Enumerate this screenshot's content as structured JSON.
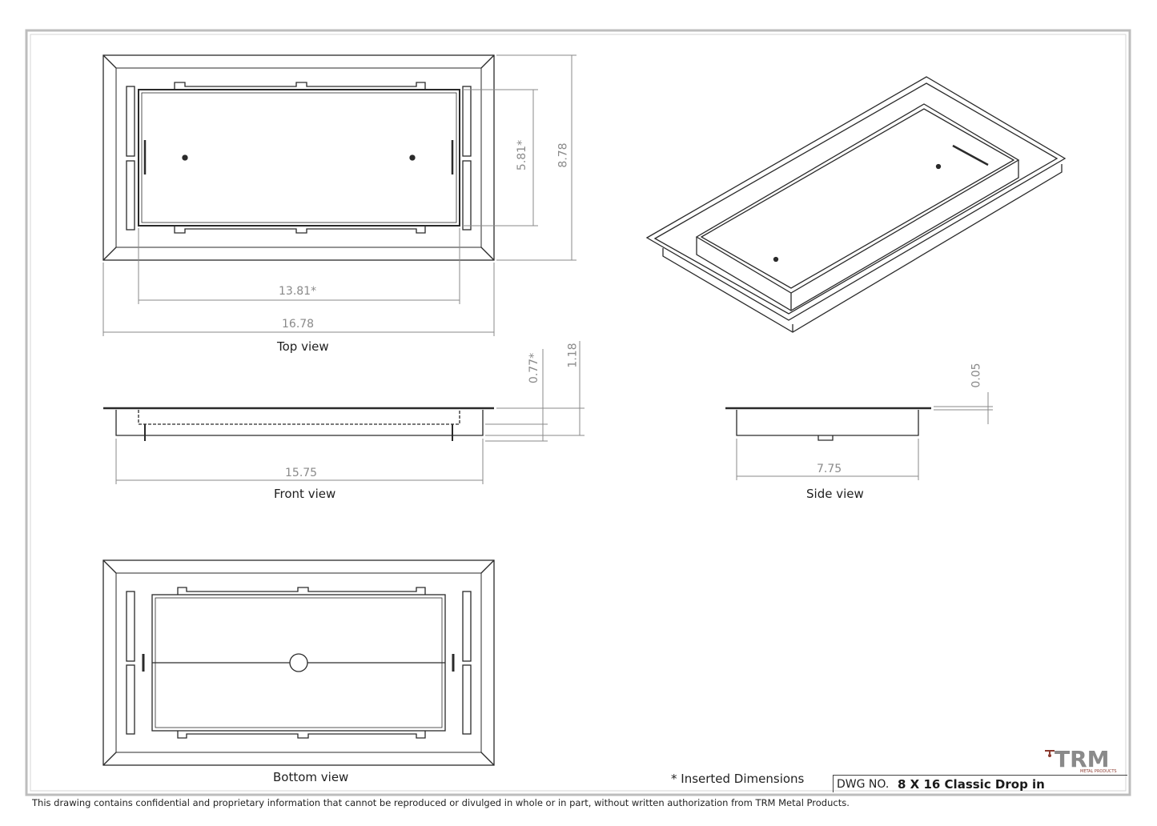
{
  "drawing": {
    "views": {
      "top": {
        "label": "Top view",
        "dims": {
          "width_overall": "16.78",
          "width_inserted": "13.81*",
          "height_overall": "8.78",
          "height_inserted": "5.81*"
        }
      },
      "front": {
        "label": "Front view",
        "dims": {
          "length": "15.75",
          "insert_depth": "0.77*",
          "overall_depth": "1.18"
        }
      },
      "side": {
        "label": "Side view",
        "dims": {
          "width": "7.75",
          "flange": "0.05"
        }
      },
      "bottom": {
        "label": "Bottom view"
      },
      "isometric": {
        "label": ""
      }
    },
    "note": "* Inserted Dimensions",
    "title_block": {
      "dwg_no_label": "DWG NO.",
      "dwg_no_value": "8 X 16 Classic Drop in"
    },
    "logo": {
      "text": "TRM",
      "subtext": "METAL PRODUCTS",
      "accent_color": "#8b3a2f"
    },
    "footer": "This drawing contains confidential and proprietary information that cannot be reproduced or divulged in whole or in part, without written authorization from TRM Metal Products.",
    "colors": {
      "line": "#2a2a2a",
      "dimension": "#8a8a8a",
      "border": "#bdbdbd"
    }
  }
}
